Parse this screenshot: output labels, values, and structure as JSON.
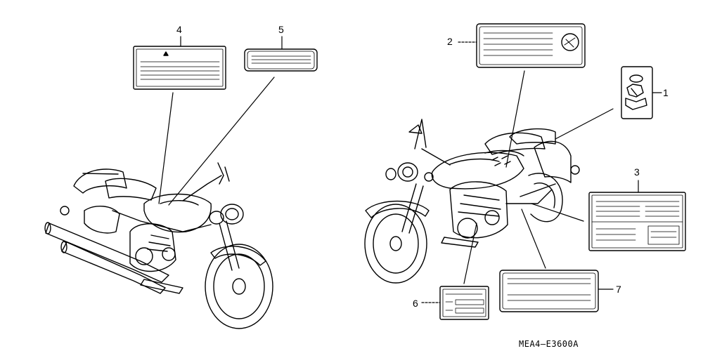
{
  "diagram": {
    "callouts": [
      "1",
      "2",
      "3",
      "4",
      "5",
      "6",
      "7"
    ],
    "drawing_code": "MEA4—E3600A"
  }
}
